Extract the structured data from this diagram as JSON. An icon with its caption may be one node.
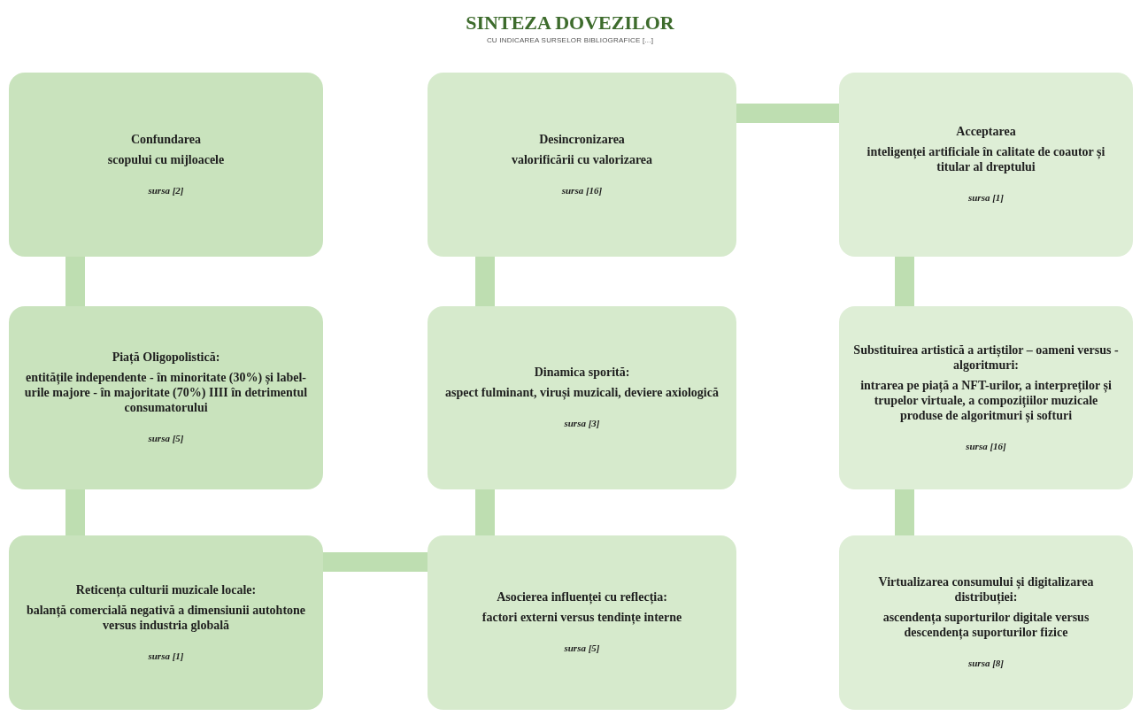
{
  "diagram": {
    "title": "SINTEZA DOVEZILOR",
    "nodes": [
      {
        "text": [
          "Confundarea",
          "scopului cu mijloacele",
          "sursa [2]"
        ]
      },
      {
        "text": [
          "Desincronizarea",
          "valorificării cu valorizarea",
          "sursa [16]"
        ]
      },
      {
        "text": [
          "Acceptarea",
          "inteligenței artificiale în calitate de coautor și titular al dreptului",
          "sursa [1]"
        ]
      },
      {
        "text": [
          "Piață Oligopolistică:",
          "entitățile independente - în minoritate (30%) și label-urile majore - în majoritate (70%) IIII în detrimentul consumatorului",
          "sursa [5]"
        ]
      },
      {
        "text": [
          "Dinamica sporită:",
          "aspect fulminant, viruși muzicali, deviere axiologică",
          "sursa [3]"
        ]
      },
      {
        "text": [
          "Substituirea artistică a artiștilor – oameni versus - algoritmuri:",
          "intrarea pe piață a NFT-urilor, a interpreților și trupelor virtuale, a compozițiilor muzicale produse de algoritmuri și softuri",
          "sursa [16]"
        ]
      },
      {
        "text": [
          "Reticența culturii muzicale locale:",
          "balanță comercială negativă a dimensiunii autohtone versus industria globală",
          "sursa [1]"
        ]
      },
      {
        "text": [
          "Asocierea influenței cu reflecția:",
          "factori externi versus tendințe interne",
          "sursa [5]"
        ]
      },
      {
        "text": [
          "Virtualizarea consumului și digitalizarea distribuției:",
          "ascendența suporturilor digitale versus descendența suporturilor fizice",
          "sursa [8]"
        ]
      }
    ],
    "edges": [
      {
        "from": 0,
        "to": 3,
        "arrow": "none"
      },
      {
        "from": 3,
        "to": 6,
        "arrow": "none"
      },
      {
        "from": 6,
        "to": 7,
        "arrow": "none"
      },
      {
        "from": 7,
        "to": 4,
        "arrow": "none"
      },
      {
        "from": 4,
        "to": 1,
        "arrow": "none"
      },
      {
        "from": 1,
        "to": 2,
        "arrow": "none"
      },
      {
        "from": 2,
        "to": 5,
        "arrow": "none"
      },
      {
        "from": 5,
        "to": 8,
        "arrow": "none"
      }
    ],
    "labels": [
      "CU INDICAREA SURSELOR BIBLIOGRAFICE [...]"
    ]
  }
}
